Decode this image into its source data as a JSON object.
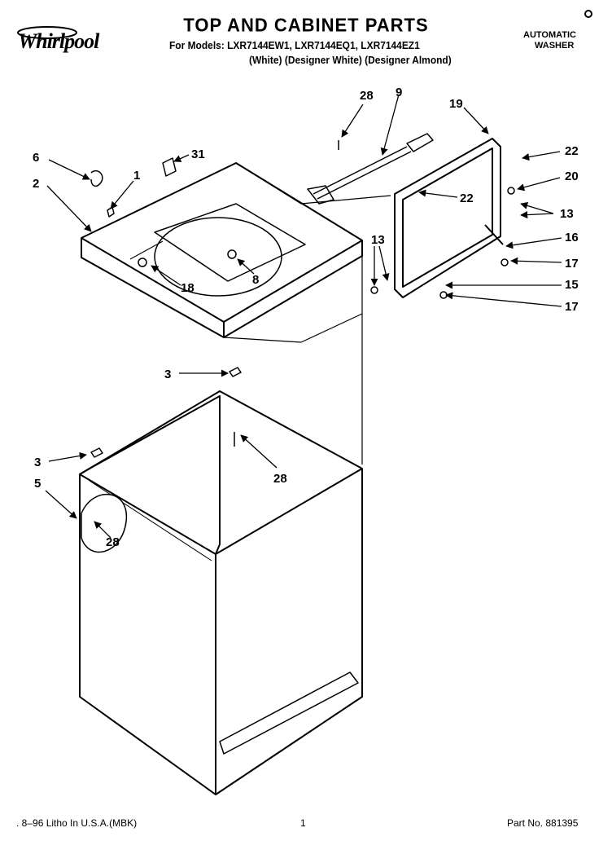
{
  "header": {
    "brand": "Whirlpool",
    "title": "TOP AND CABINET PARTS",
    "models_line": "For Models: LXR7144EW1, LXR7144EQ1, LXR7144EZ1",
    "colors_line": "(White)  (Designer White) (Designer Almond)",
    "unit_line1": "AUTOMATIC",
    "unit_line2": "WASHER"
  },
  "callouts": {
    "c6": "6",
    "c2": "2",
    "c1": "1",
    "c31": "31",
    "c28a": "28",
    "c9": "9",
    "c19": "19",
    "c22a": "22",
    "c20": "20",
    "c22b": "22",
    "c13a": "13",
    "c16": "16",
    "c17a": "17",
    "c13b": "13",
    "c15": "15",
    "c17b": "17",
    "c18": "18",
    "c8": "8",
    "c3a": "3",
    "c28b": "28",
    "c3b": "3",
    "c5": "5",
    "c28c": "28"
  },
  "footer": {
    "print_info": ". 8–96 Litho In U.S.A.(MBK)",
    "page_number": "1",
    "part_number": "Part No. 881395"
  }
}
